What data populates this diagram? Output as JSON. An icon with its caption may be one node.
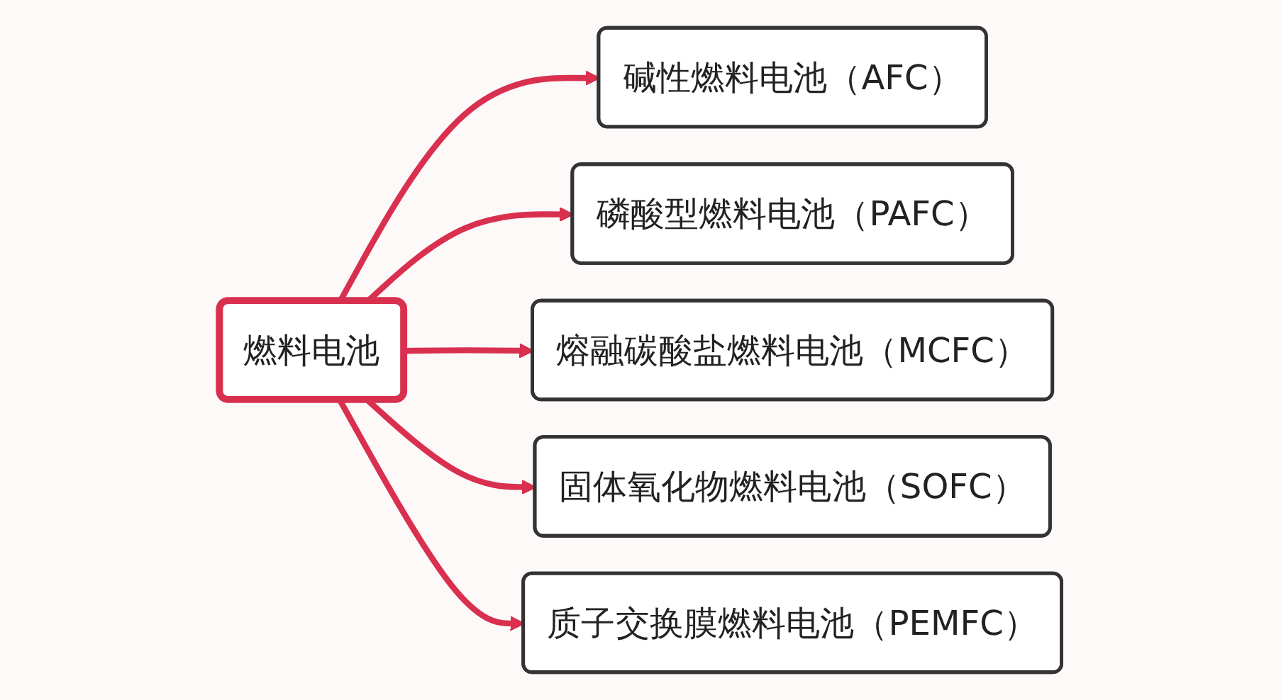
{
  "diagram": {
    "nodes": [
      {
        "text": [
          "燃料电池"
        ]
      },
      {
        "text": [
          "碱性燃料电池（AFC）"
        ]
      },
      {
        "text": [
          "磷酸型燃料电池（PAFC）"
        ]
      },
      {
        "text": [
          "熔融碳酸盐燃料电池（MCFC）"
        ]
      },
      {
        "text": [
          "固体氧化物燃料电池（SOFC）"
        ]
      },
      {
        "text": [
          "质子交换膜燃料电池（PEMFC）"
        ]
      }
    ],
    "edges": [
      {
        "from": 0,
        "to": 1,
        "arrow": "to"
      },
      {
        "from": 0,
        "to": 2,
        "arrow": "to"
      },
      {
        "from": 0,
        "to": 3,
        "arrow": "to"
      },
      {
        "from": 0,
        "to": 4,
        "arrow": "to"
      },
      {
        "from": 0,
        "to": 5,
        "arrow": "to"
      }
    ]
  }
}
